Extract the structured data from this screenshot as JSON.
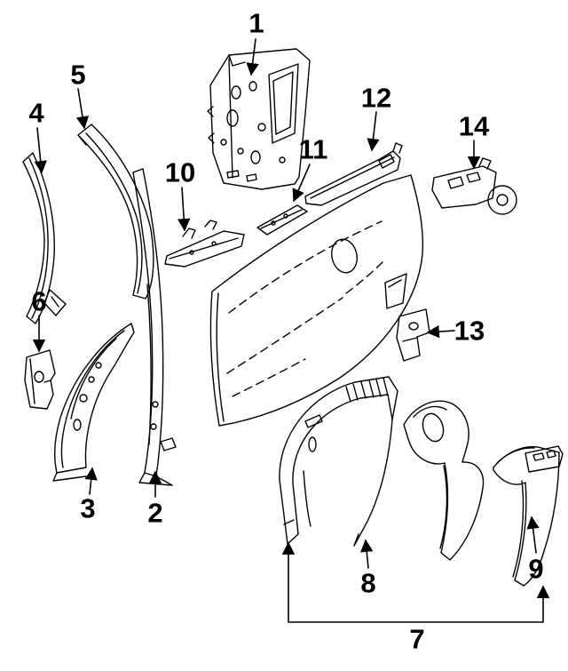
{
  "diagram": {
    "background_color": "#ffffff",
    "line_color": "#000000",
    "callouts": [
      {
        "label": "1"
      },
      {
        "label": "2"
      },
      {
        "label": "3"
      },
      {
        "label": "4"
      },
      {
        "label": "5"
      },
      {
        "label": "6"
      },
      {
        "label": "7"
      },
      {
        "label": "8"
      },
      {
        "label": "9"
      },
      {
        "label": "10"
      },
      {
        "label": "11"
      },
      {
        "label": "12"
      },
      {
        "label": "13"
      },
      {
        "label": "14"
      }
    ]
  }
}
